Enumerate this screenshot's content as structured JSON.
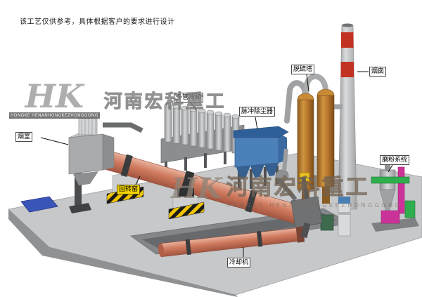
{
  "page": {
    "disclaimer": "该工艺仅供参考，具体根据客户的要求进行设计",
    "background": "#ffffff"
  },
  "watermark": {
    "logo": "HK",
    "name_cn": "河南宏科重工",
    "name_en": "HONGKE HENANHONGKEZHONGGONG"
  },
  "equipment_labels": {
    "smoke_chamber": "烟室",
    "rotary_kiln": "回转窑",
    "multi_tube_cooler": "多管冷却",
    "pulse_dust_collector": "脉冲除尘器",
    "desulfurization_tower": "脱硫塔",
    "chimney": "烟囱",
    "grinding_system": "磨粉系统",
    "cooling_machine": "冷却机"
  },
  "colors": {
    "kiln_body": "#cf7a5e",
    "dust_collector": "#4b80b8",
    "desulf_tower": "#b5742a",
    "chimney_band": "#c23222",
    "label_highlight": "#f2d400",
    "platform": "#c6c8ca",
    "magenta_duct": "#cc3399",
    "green_pipe": "#2fae4e",
    "pad_blue": "#3a55b8"
  }
}
